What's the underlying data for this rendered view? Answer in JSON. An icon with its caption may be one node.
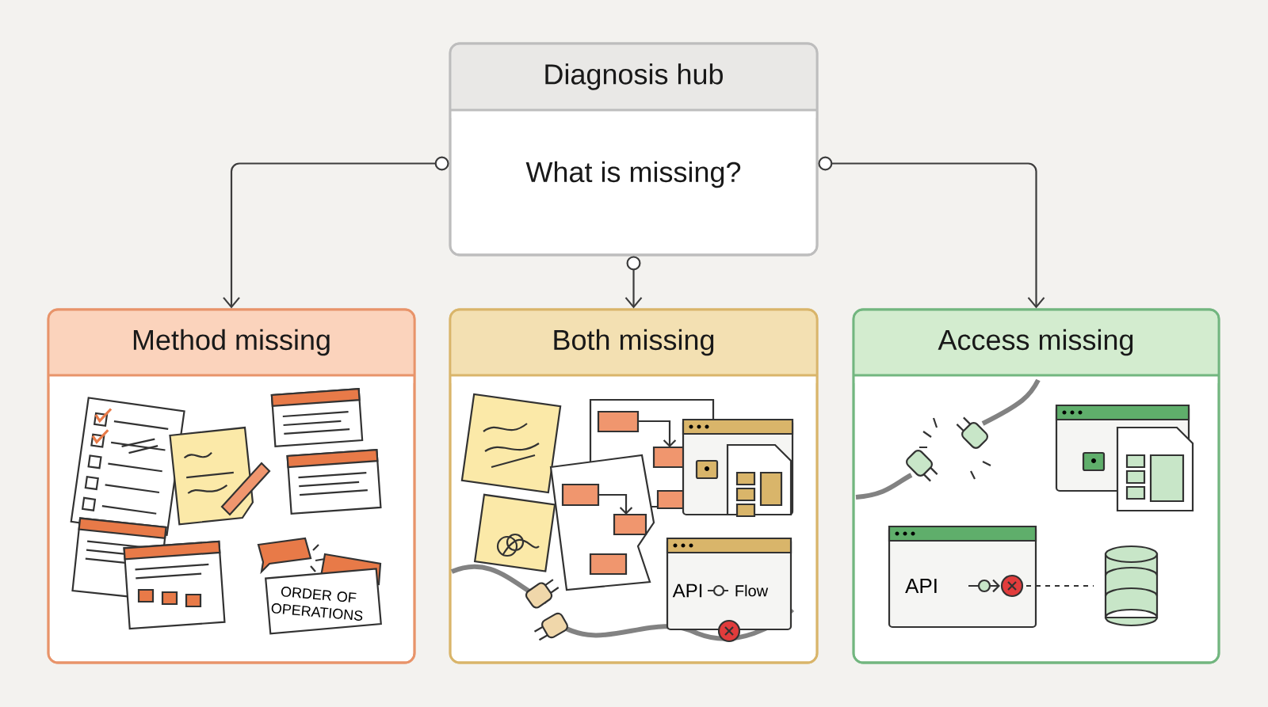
{
  "diagram": {
    "nodes": [
      {
        "text": [
          "Diagnosis hub",
          "What is missing?"
        ]
      },
      {
        "text": [
          "Method missing"
        ]
      },
      {
        "text": [
          "Both missing"
        ]
      },
      {
        "text": [
          "Access missing"
        ]
      }
    ],
    "edges": [
      {
        "from": 0,
        "to": 1,
        "arrow": "to"
      },
      {
        "from": 0,
        "to": 2,
        "arrow": "to"
      },
      {
        "from": 0,
        "to": 3,
        "arrow": "to"
      }
    ],
    "labels": [
      "ORDER OF OPERATIONS",
      "API",
      "Flow",
      "API"
    ]
  }
}
